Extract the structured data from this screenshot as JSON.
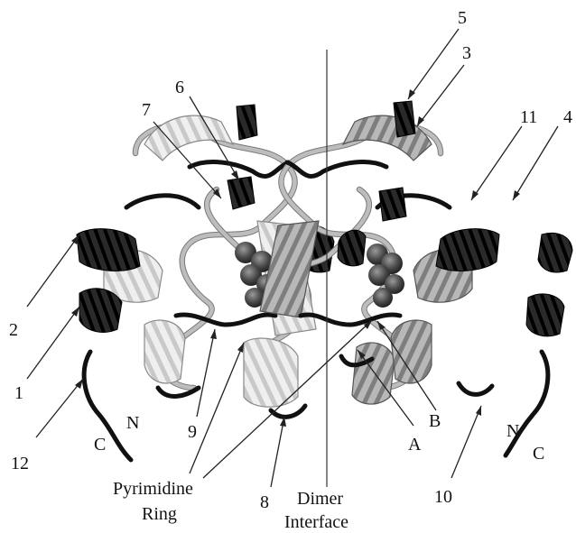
{
  "labels": {
    "n5": "5",
    "n3": "3",
    "n6": "6",
    "n7": "7",
    "n11": "11",
    "n4": "4",
    "n2": "2",
    "n1": "1",
    "n12": "12",
    "n9": "9",
    "n8": "8",
    "n10": "10",
    "left_C": "C",
    "left_N": "N",
    "right_N": "N",
    "right_C": "C",
    "A": "A",
    "B": "B",
    "pyrimidine_line1": "Pyrimidine",
    "pyrimidine_line2": "Ring",
    "dimer_line1": "Dimer",
    "dimer_line2": "Interface"
  }
}
